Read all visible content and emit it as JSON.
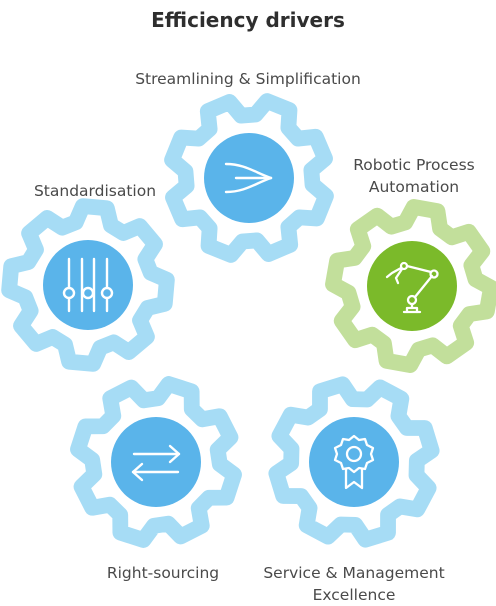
{
  "title": "Efficiency drivers",
  "colors": {
    "gear_blue": "#a6dcf5",
    "circle_blue": "#5ab4ea",
    "gear_green": "#c2df9b",
    "circle_green": "#7bba2a",
    "icon_stroke": "#ffffff",
    "title_text": "#2e2e2e",
    "label_text": "#4a4a4a"
  },
  "drivers": [
    {
      "id": "streamlining",
      "label_lines": [
        "Streamlining & Simplification"
      ],
      "icon": "arrow-icon",
      "theme": "blue"
    },
    {
      "id": "rpa",
      "label_lines": [
        "Robotic Process",
        "Automation"
      ],
      "icon": "robot-arm-icon",
      "theme": "green"
    },
    {
      "id": "standardisation",
      "label_lines": [
        "Standardisation"
      ],
      "icon": "sliders-icon",
      "theme": "blue"
    },
    {
      "id": "rightsourcing",
      "label_lines": [
        "Right-sourcing"
      ],
      "icon": "swap-arrows-icon",
      "theme": "blue"
    },
    {
      "id": "service",
      "label_lines": [
        "Service & Management",
        "Excellence"
      ],
      "icon": "award-ribbon-icon",
      "theme": "blue"
    }
  ]
}
